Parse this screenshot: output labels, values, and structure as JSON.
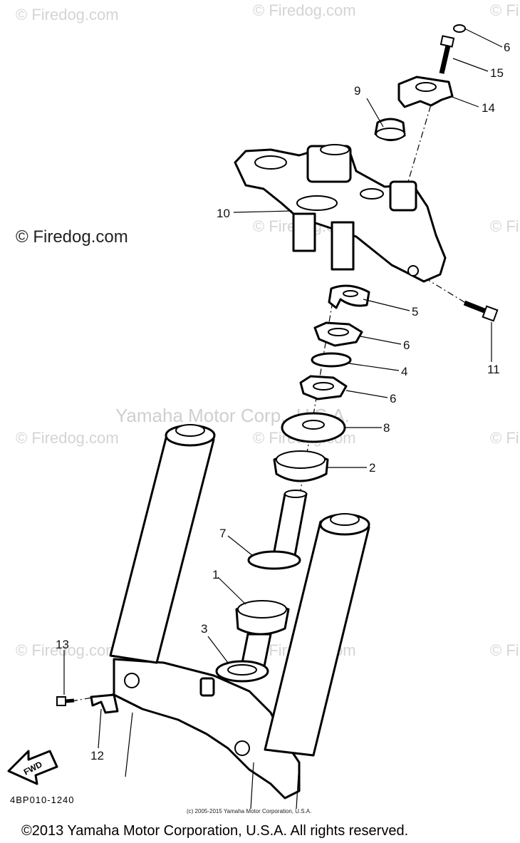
{
  "watermarks": {
    "repeat_text": "© Firedog.com",
    "main_text": "© Firedog.com",
    "overlay_text": "Yamaha Motor Corp., U.S.A."
  },
  "diagram_code": "4BP010-1240",
  "fwd_label": "FWD",
  "small_notice": "(c) 2005-2015 Yamaha Motor Corporation, U.S.A.",
  "copyright": "©2013 Yamaha Motor Corporation, U.S.A. All rights reserved.",
  "callouts": {
    "c1": "1",
    "c2": "2",
    "c3": "3",
    "c4": "4",
    "c5": "5",
    "c6a": "6",
    "c6b": "6",
    "c6c": "6",
    "c7": "7",
    "c8": "8",
    "c9": "9",
    "c10": "10",
    "c11": "11",
    "c12": "12",
    "c13": "13",
    "c14": "14",
    "c15": "15"
  }
}
